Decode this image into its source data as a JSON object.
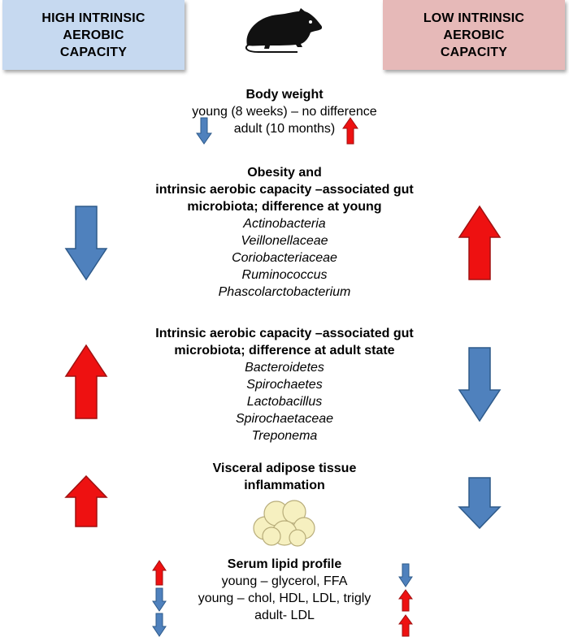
{
  "header": {
    "left_box": [
      "HIGH INTRINSIC",
      "AEROBIC",
      "CAPACITY"
    ],
    "right_box": [
      "LOW INTRINSIC",
      "AEROBIC",
      "CAPACITY"
    ]
  },
  "icons": {
    "mouse": "mouse-icon",
    "cells": "adipose-cells-icon"
  },
  "colors": {
    "up_arrow": "#ee1111",
    "down_arrow": "#4f81bd",
    "high_box": "#c6d9f0",
    "low_box": "#e6b9b8"
  },
  "sections": {
    "body_weight": {
      "title": "Body weight",
      "lines": [
        "young (8 weeks) – no difference",
        "adult (10 months)"
      ]
    },
    "young_microbiota": {
      "title_lines": [
        "Obesity and",
        "intrinsic aerobic capacity –associated gut",
        "microbiota; difference at young"
      ],
      "taxa": [
        "Actinobacteria",
        "Veillonellaceae",
        "Coriobacteriaceae",
        "Ruminococcus",
        "Phascolarctobacterium"
      ]
    },
    "adult_microbiota": {
      "title_lines": [
        "Intrinsic aerobic capacity –associated gut",
        "microbiota; difference at adult state"
      ],
      "taxa": [
        "Bacteroidetes",
        "Spirochaetes",
        "Lactobacillus",
        "Spirochaetaceae",
        "Treponema"
      ]
    },
    "visceral": {
      "title_lines": [
        "Visceral adipose tissue",
        "inflammation"
      ]
    },
    "serum": {
      "title": "Serum lipid profile",
      "lines": [
        "young – glycerol, FFA",
        "young – chol, HDL, LDL, trigly",
        "adult- LDL"
      ]
    }
  }
}
